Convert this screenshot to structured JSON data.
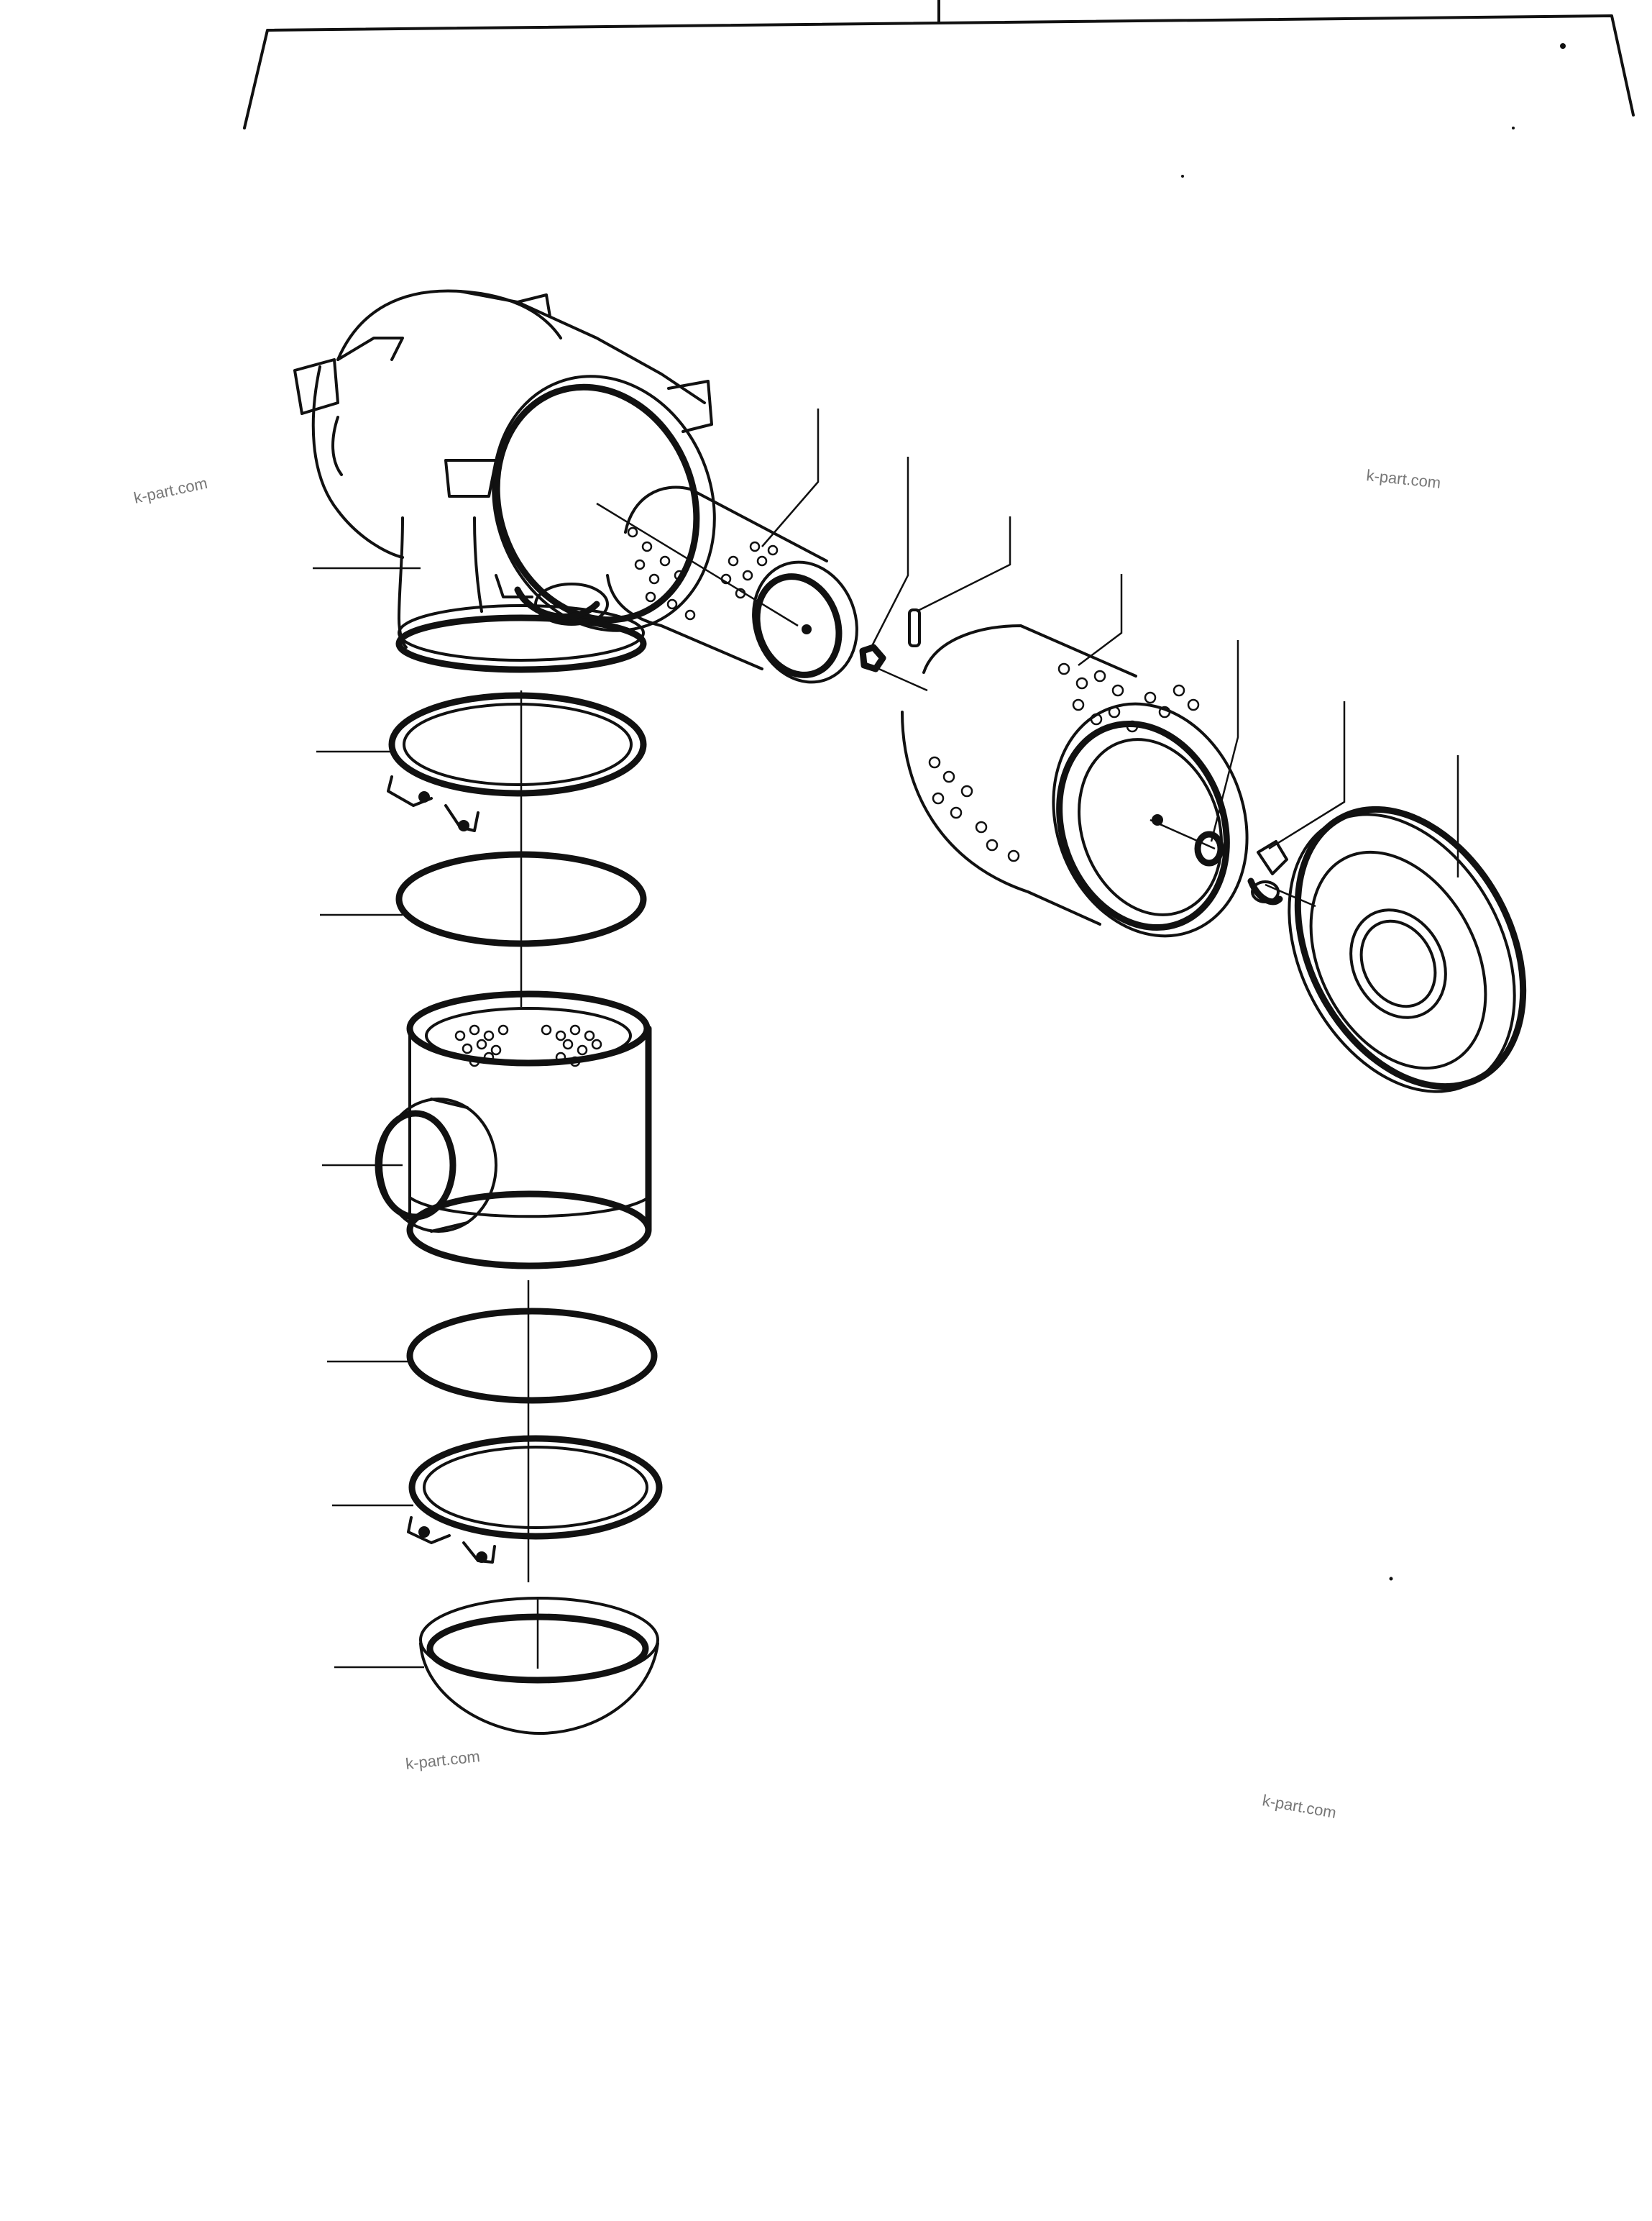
{
  "watermarks": [
    "k-part.com",
    "k-part.com",
    "k-part.com",
    "k-part.com"
  ],
  "colors": {
    "ink": "#111111",
    "paper": "#ffffff",
    "watermark": "#777777"
  }
}
